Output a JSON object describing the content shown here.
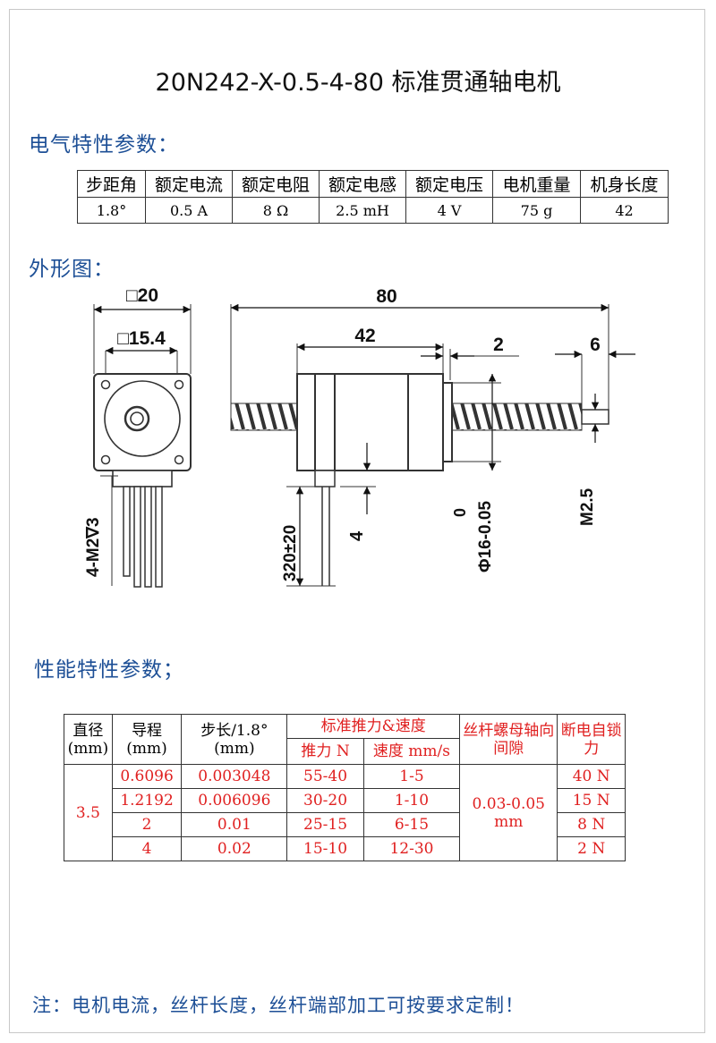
{
  "title": "20N242-X-0.5-4-80 标准贯通轴电机",
  "sections": {
    "electrical": "电气特性参数：",
    "outline": "外形图：",
    "performance": "性能特性参数；"
  },
  "electrical_table": {
    "headers": [
      "步距角",
      "额定电流",
      "额定电阻",
      "额定电感",
      "额定电压",
      "电机重量",
      "机身长度"
    ],
    "values": [
      "1.8°",
      "0.5 A",
      "8 Ω",
      "2.5 mH",
      "4 V",
      "75 g",
      "42"
    ]
  },
  "drawing_labels": {
    "square_20": "□20",
    "square_15_4": "□15.4",
    "holes": "4-M2∇3",
    "length_80": "80",
    "length_42": "42",
    "gap_2": "2",
    "end_6": "6",
    "lead_length": "320±20",
    "dim_4": "4",
    "boss_tol": "0",
    "boss_dia": "Φ16-0.05",
    "thread": "M2.5"
  },
  "performance_table": {
    "h_diameter": "直径",
    "h_diameter_unit": "(mm)",
    "h_lead": "导程",
    "h_lead_unit": "(mm)",
    "h_step": "步长/1.8°",
    "h_step_unit": "(mm)",
    "h_standard": "标准推力&速度",
    "h_thrust": "推力 N",
    "h_speed": "速度 mm/s",
    "h_backlash": "丝杆螺母轴向间隙",
    "h_selflock": "断电自锁力",
    "diameter": "3.5",
    "backlash_value": "0.03-0.05",
    "backlash_unit": "mm",
    "rows": [
      {
        "lead": "0.6096",
        "step": "0.003048",
        "thrust": "55-40",
        "speed": "1-5",
        "lock": "40 N"
      },
      {
        "lead": "1.2192",
        "step": "0.006096",
        "thrust": "30-20",
        "speed": "1-10",
        "lock": "15 N"
      },
      {
        "lead": "2",
        "step": "0.01",
        "thrust": "25-15",
        "speed": "6-15",
        "lock": "8 N"
      },
      {
        "lead": "4",
        "step": "0.02",
        "thrust": "15-10",
        "speed": "12-30",
        "lock": "2 N"
      }
    ]
  },
  "footnote": "注：电机电流，丝杆长度，丝杆端部加工可按要求定制！"
}
